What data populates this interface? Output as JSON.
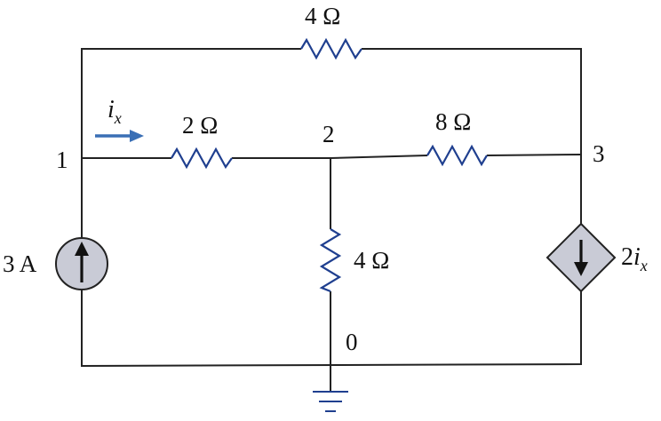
{
  "colors": {
    "wire": "#222222",
    "resistor": "#1f3f8f",
    "source_fill": "#c9cbd6",
    "arrow": "#3a6fb5",
    "text": "#111111"
  },
  "labels": {
    "r_top": "4 Ω",
    "r_left": "2 Ω",
    "r_right": "8 Ω",
    "r_middle": "4 Ω",
    "source_current": "3 A",
    "node_1": "1",
    "node_2": "2",
    "node_3": "3",
    "node_0": "0",
    "ix_var": "i",
    "ix_sub": "x",
    "dep_coeff": "2",
    "dep_var": "i",
    "dep_sub": "x"
  },
  "icons": {
    "current_source": "circle-up-arrow-icon",
    "dependent_source": "diamond-down-arrow-icon",
    "ground": "ground-icon",
    "current_direction": "right-arrow-icon"
  }
}
